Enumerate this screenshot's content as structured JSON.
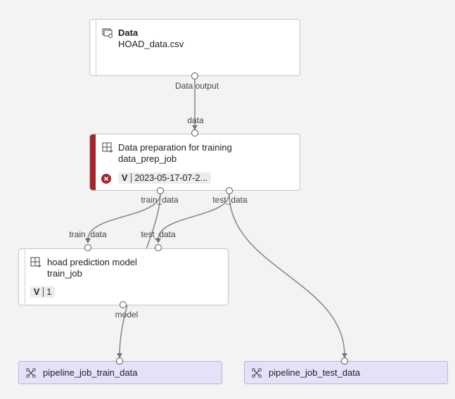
{
  "nodes": {
    "data": {
      "title": "Data",
      "subtitle": "HOAD_data.csv",
      "output_port": "Data output",
      "icon": "dataset-icon"
    },
    "prep": {
      "title": "Data preparation for training",
      "subtitle": "data_prep_job",
      "input_port": "data",
      "outputs": [
        "train_data",
        "test_data"
      ],
      "status": "failed",
      "version_label": "V",
      "version": "2023-05-17-07-2...",
      "icon": "component-icon",
      "accent": "#a4262c"
    },
    "train": {
      "title": "hoad prediction model",
      "subtitle": "train_job",
      "inputs": [
        "train_data",
        "test_data"
      ],
      "output_port": "model",
      "version_label": "V",
      "version": "1",
      "icon": "component-icon"
    }
  },
  "outputs": [
    {
      "label": "pipeline_job_train_data"
    },
    {
      "label": "pipeline_job_test_data"
    }
  ]
}
